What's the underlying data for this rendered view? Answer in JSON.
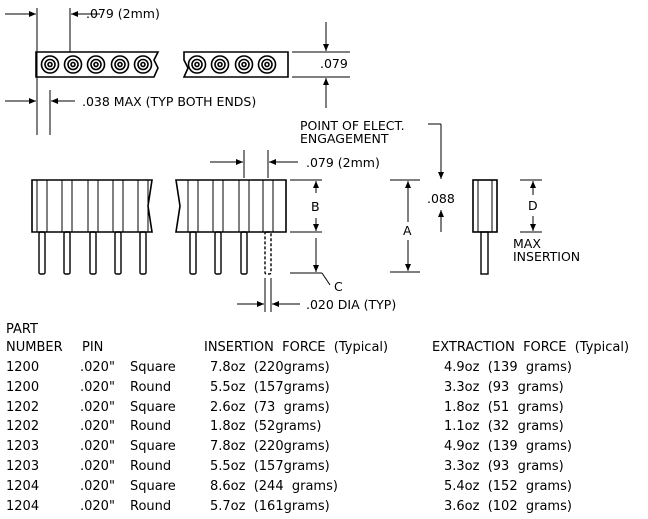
{
  "drawing": {
    "labels": {
      "pitch_top": ".079  (2mm)",
      "height_right": ".079",
      "end_max": ".038  MAX  (TYP  BOTH  ENDS)",
      "engagement_line1": "POINT  OF  ELECT.",
      "engagement_line2": "ENGAGEMENT",
      "pitch_side": ".079  (2mm)",
      "dim_088": ".088",
      "dim_a": "A",
      "dim_b": "B",
      "dim_c": "C",
      "dim_d": "D",
      "max_line1": "MAX",
      "max_line2": "INSERTION",
      "pin_dia": ".020  DIA  (TYP)"
    }
  },
  "table": {
    "headers": {
      "part_line1": "PART",
      "part_line2": "NUMBER",
      "pin": "PIN",
      "insertion": "INSERTION  FORCE  (Typical)",
      "extraction": "EXTRACTION  FORCE  (Typical)"
    },
    "rows": [
      {
        "part": "1200",
        "pin_size": ".020\"",
        "pin_shape": "Square",
        "insertion": "7.8oz  (220grams)",
        "extraction": "4.9oz  (139  grams)"
      },
      {
        "part": "1200",
        "pin_size": ".020\"",
        "pin_shape": "Round",
        "insertion": "5.5oz  (157grams)",
        "extraction": "3.3oz  (93  grams)"
      },
      {
        "part": "1202",
        "pin_size": ".020\"",
        "pin_shape": "Square",
        "insertion": "2.6oz  (73  grams)",
        "extraction": "1.8oz  (51  grams)"
      },
      {
        "part": "1202",
        "pin_size": ".020\"",
        "pin_shape": "Round",
        "insertion": "1.8oz  (52grams)",
        "extraction": "1.1oz  (32  grams)"
      },
      {
        "part": "1203",
        "pin_size": ".020\"",
        "pin_shape": "Square",
        "insertion": "7.8oz  (220grams)",
        "extraction": "4.9oz  (139  grams)"
      },
      {
        "part": "1203",
        "pin_size": ".020\"",
        "pin_shape": "Round",
        "insertion": "5.5oz  (157grams)",
        "extraction": "3.3oz  (93  grams)"
      },
      {
        "part": "1204",
        "pin_size": ".020\"",
        "pin_shape": "Square",
        "insertion": "8.6oz  (244  grams)",
        "extraction": "5.4oz  (152  grams)"
      },
      {
        "part": "1204",
        "pin_size": ".020\"",
        "pin_shape": "Round",
        "insertion": "5.7oz  (161grams)",
        "extraction": "3.6oz  (102  grams)"
      }
    ]
  }
}
